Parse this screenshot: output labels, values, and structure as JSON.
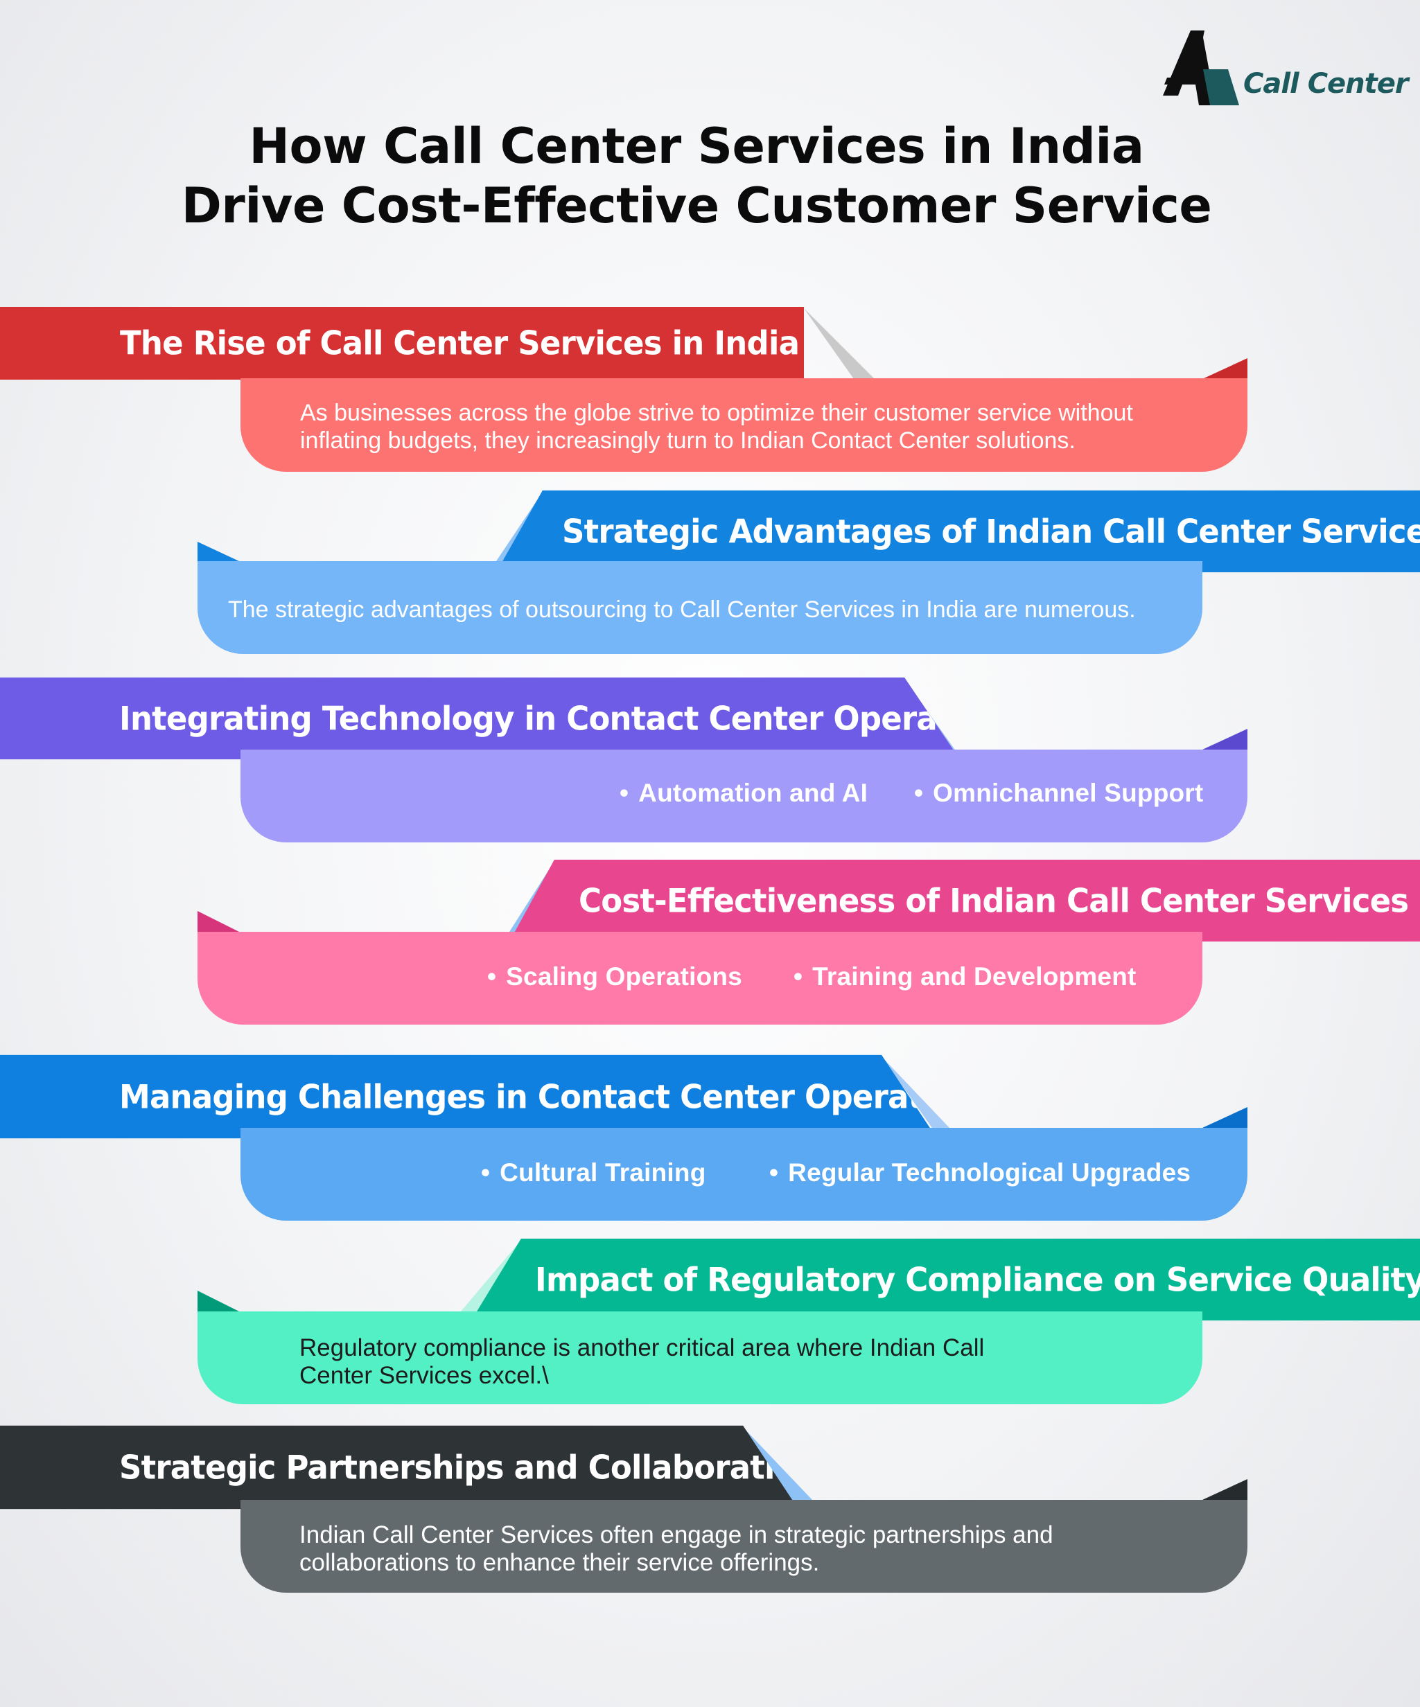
{
  "brand": {
    "name": "Call Center"
  },
  "title": {
    "line1": "How Call Center Services in India",
    "line2": "Drive Cost-Effective Customer Service"
  },
  "sections": [
    {
      "heading": "The Rise of Call Center Services in India",
      "text": [
        "As businesses across the globe strive to optimize their customer service without",
        "inflating budgets, they increasingly turn to Indian Contact Center solutions."
      ],
      "band_color": "#d63233",
      "panel_color": "#fd7371"
    },
    {
      "heading": "Strategic Advantages of Indian Call Center Services",
      "text": [
        "The strategic advantages of outsourcing to Call Center Services in India are numerous."
      ],
      "band_color": "#1383e0",
      "panel_color": "#75b6f9"
    },
    {
      "heading": "Integrating Technology in Contact Center Operations",
      "bullets": [
        "Automation and AI",
        "Omnichannel Support"
      ],
      "band_color": "#6f5ce6",
      "panel_color": "#a29bfa"
    },
    {
      "heading": "Cost-Effectiveness of Indian Call Center Services",
      "bullets": [
        "Scaling Operations",
        "Training and Development"
      ],
      "band_color": "#e8468e",
      "panel_color": "#ff7aa8"
    },
    {
      "heading": "Managing Challenges in Contact Center Operations",
      "bullets": [
        "Cultural Training",
        "Regular Technological Upgrades"
      ],
      "band_color": "#0f80df",
      "panel_color": "#5aa9f2"
    },
    {
      "heading": "Impact of Regulatory Compliance on Service Quality",
      "text": [
        "Regulatory compliance is another critical area where Indian Call",
        "Center Services excel.\\"
      ],
      "band_color": "#03b892",
      "panel_color": "#53f0c6"
    },
    {
      "heading": "Strategic Partnerships and Collaborations",
      "text": [
        "Indian Call Center Services often engage in strategic partnerships and",
        "collaborations to enhance their service offerings."
      ],
      "band_color": "#2e3336",
      "panel_color": "#636a6e"
    }
  ]
}
